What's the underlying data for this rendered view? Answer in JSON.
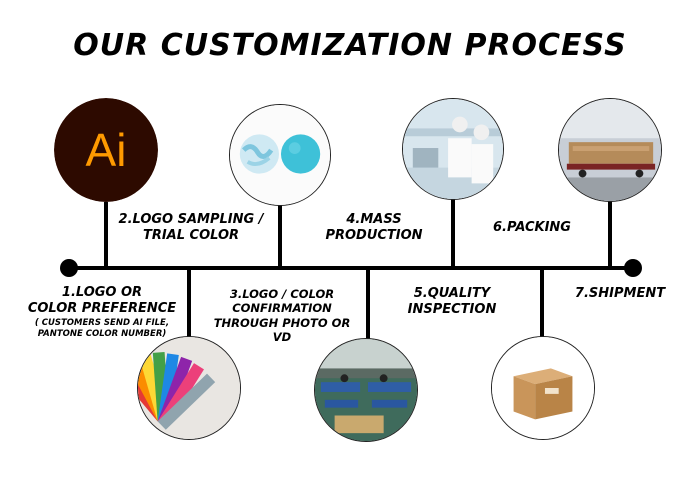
{
  "title": "OUR CUSTOMIZATION PROCESS",
  "logo_text": "Ai",
  "steps": [
    {
      "line1": "1.LOGO OR",
      "line2": "COLOR PREFERENCE",
      "note1": "( CUSTOMERS SEND AI FILE,",
      "note2": "PANTONE COLOR NUMBER)"
    },
    {
      "line1": "2.LOGO SAMPLING /",
      "line2": "TRIAL COLOR"
    },
    {
      "line1": "3.LOGO / COLOR",
      "line2": "CONFIRMATION",
      "line3": "THROUGH PHOTO OR VD"
    },
    {
      "line1": "4.MASS",
      "line2": "PRODUCTION"
    },
    {
      "line1": "5.QUALITY",
      "line2": "INSPECTION"
    },
    {
      "line1": "6.PACKING"
    },
    {
      "line1": "7.SHIPMENT"
    }
  ],
  "colors": {
    "ai_bg": "#2d0a00",
    "ai_text": "#ff9a00",
    "ball": "#3ec1d8",
    "box": "#c9955a"
  },
  "icons": [
    "adobe-illustrator-logo",
    "lacrosse-balls",
    "color-swatch-fan",
    "lab-workers",
    "factory-floor",
    "cardboard-box",
    "trucks"
  ]
}
